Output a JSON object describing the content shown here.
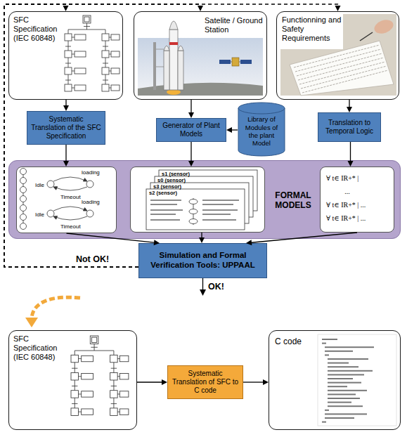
{
  "diagram": {
    "nodes": [
      {
        "text": [
          "SFC Specification (IEC 60848)"
        ]
      },
      {
        "text": [
          "Satelite / Ground Station"
        ]
      },
      {
        "text": [
          "Functionning and Safety Requirements"
        ]
      },
      {
        "text": [
          "Systematic Translation of the SFC Specification"
        ]
      },
      {
        "text": [
          "Generator of Plant Models"
        ]
      },
      {
        "text": [
          "Library of Modules of the plant Model"
        ]
      },
      {
        "text": [
          "Translation to Temporal Logic"
        ]
      },
      {
        "text": [
          "FORMAL MODELS"
        ]
      },
      {
        "text": [
          "Idle",
          "loading",
          "Timeout",
          "Idle",
          "loading",
          "Timeout"
        ],
        "in": 7
      },
      {
        "text": [
          "s1 (sensor)",
          "s0 (sensor)",
          "s3 (sensor)",
          "s2 (sensor)"
        ],
        "in": 7
      },
      {
        "text": [
          "∀ t∈ IR+* |",
          "...",
          "∀ t∈ IR+* | ...",
          "∀ t∈ IR+* | ..."
        ],
        "in": 7
      },
      {
        "text": [
          "Simulation and Formal Verification Tools: UPPAAL"
        ]
      },
      {
        "text": [
          "SFC Specification (IEC 60848)"
        ]
      },
      {
        "text": [
          "Systematic Translation of SFC to C code"
        ]
      },
      {
        "text": [
          "C code"
        ]
      }
    ],
    "edges": [
      {
        "from": 11,
        "to": 0,
        "arrow": "to",
        "label": "Not OK!"
      },
      {
        "from": 11,
        "to": 1,
        "arrow": "to"
      },
      {
        "from": 11,
        "to": 2,
        "arrow": "to"
      },
      {
        "from": 0,
        "to": 3,
        "arrow": "to"
      },
      {
        "from": 1,
        "to": 4,
        "arrow": "to"
      },
      {
        "from": 5,
        "to": 4,
        "arrow": "to"
      },
      {
        "from": 2,
        "to": 6,
        "arrow": "to"
      },
      {
        "from": 3,
        "to": 8,
        "arrow": "to"
      },
      {
        "from": 4,
        "to": 9,
        "arrow": "to"
      },
      {
        "from": 6,
        "to": 10,
        "arrow": "to"
      },
      {
        "from": 8,
        "to": 11,
        "arrow": "to"
      },
      {
        "from": 9,
        "to": 11,
        "arrow": "to"
      },
      {
        "from": 10,
        "to": 11,
        "arrow": "to"
      },
      {
        "from": 12,
        "to": 13,
        "arrow": "to"
      },
      {
        "from": 13,
        "to": 14,
        "arrow": "to"
      }
    ],
    "labels": [
      "OK!"
    ]
  }
}
